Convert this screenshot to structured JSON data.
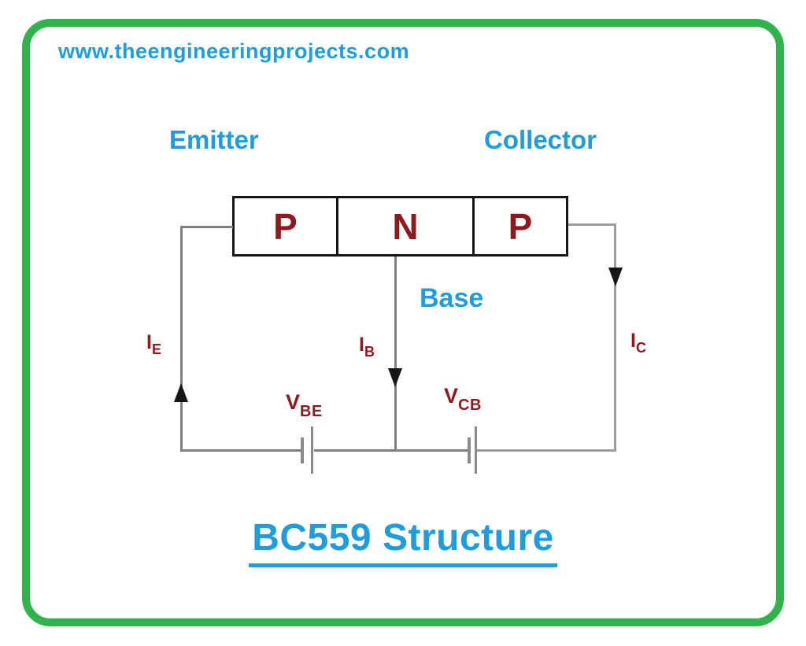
{
  "header": {
    "website": "www.theengineeringprojects.com"
  },
  "labels": {
    "emitter": "Emitter",
    "collector": "Collector",
    "base": "Base"
  },
  "regions": [
    "P",
    "N",
    "P"
  ],
  "currents": {
    "ie": {
      "symbol": "I",
      "sub": "E"
    },
    "ib": {
      "symbol": "I",
      "sub": "B"
    },
    "ic": {
      "symbol": "I",
      "sub": "C"
    }
  },
  "voltages": {
    "vbe": {
      "symbol": "V",
      "sub": "BE"
    },
    "vcb": {
      "symbol": "V",
      "sub": "CB"
    }
  },
  "title": {
    "text": "BC559 Structure"
  },
  "colors": {
    "accent_blue": "#1e9cde",
    "dark_red": "#8e1a20",
    "frame_green": "#2fb44c",
    "wire_gray": "#7f7f7f",
    "box_border_black": "#151515"
  }
}
